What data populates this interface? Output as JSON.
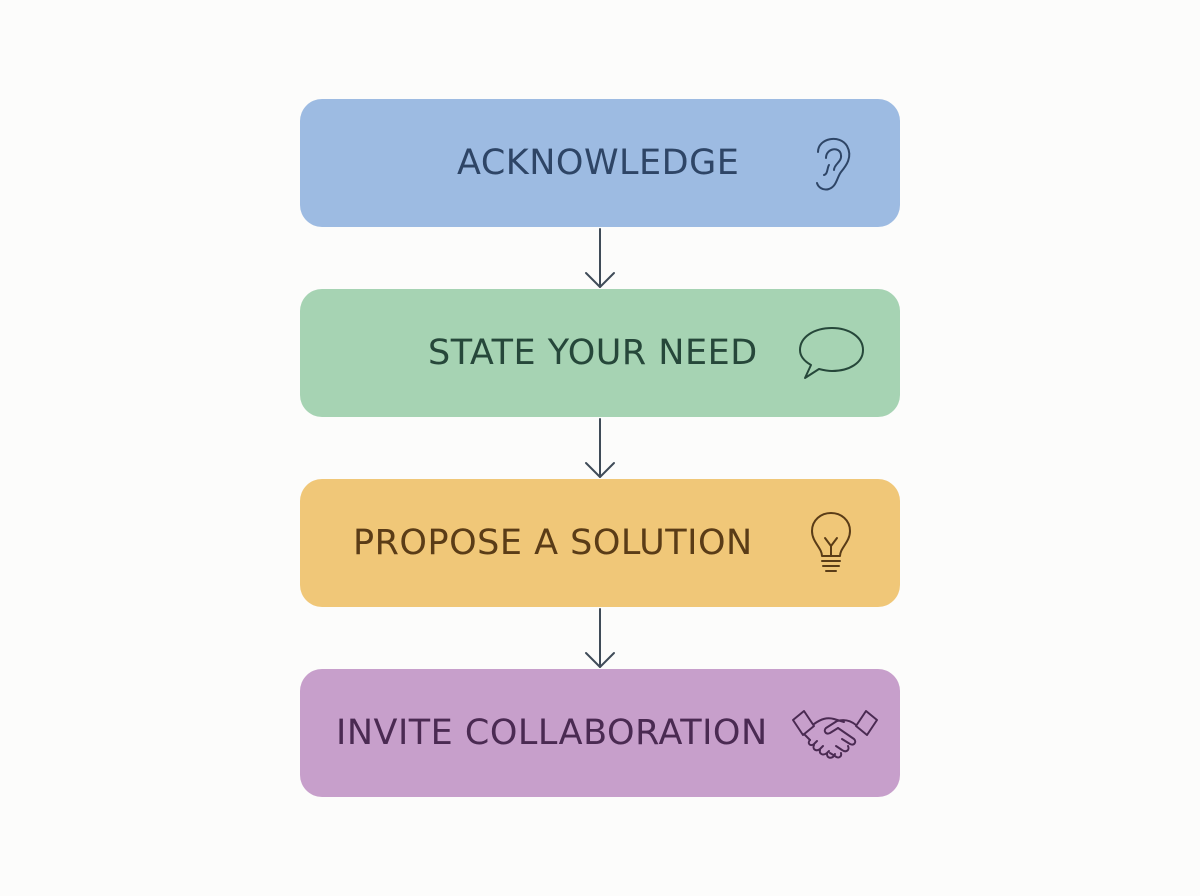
{
  "steps": [
    {
      "label": "ACKNOWLEDGE",
      "icon": "ear-icon",
      "color": "#9dbbe2",
      "text_color": "#2e4566"
    },
    {
      "label": "STATE YOUR NEED",
      "icon": "speech-bubble-icon",
      "color": "#a6d3b3",
      "text_color": "#26473a"
    },
    {
      "label": "PROPOSE A SOLUTION",
      "icon": "lightbulb-icon",
      "color": "#f0c778",
      "text_color": "#5a3c17"
    },
    {
      "label": "INVITE COLLABORATION",
      "icon": "handshake-icon",
      "color": "#c79fcb",
      "text_color": "#4a2a52"
    }
  ],
  "connector_color": "#3f4b58"
}
